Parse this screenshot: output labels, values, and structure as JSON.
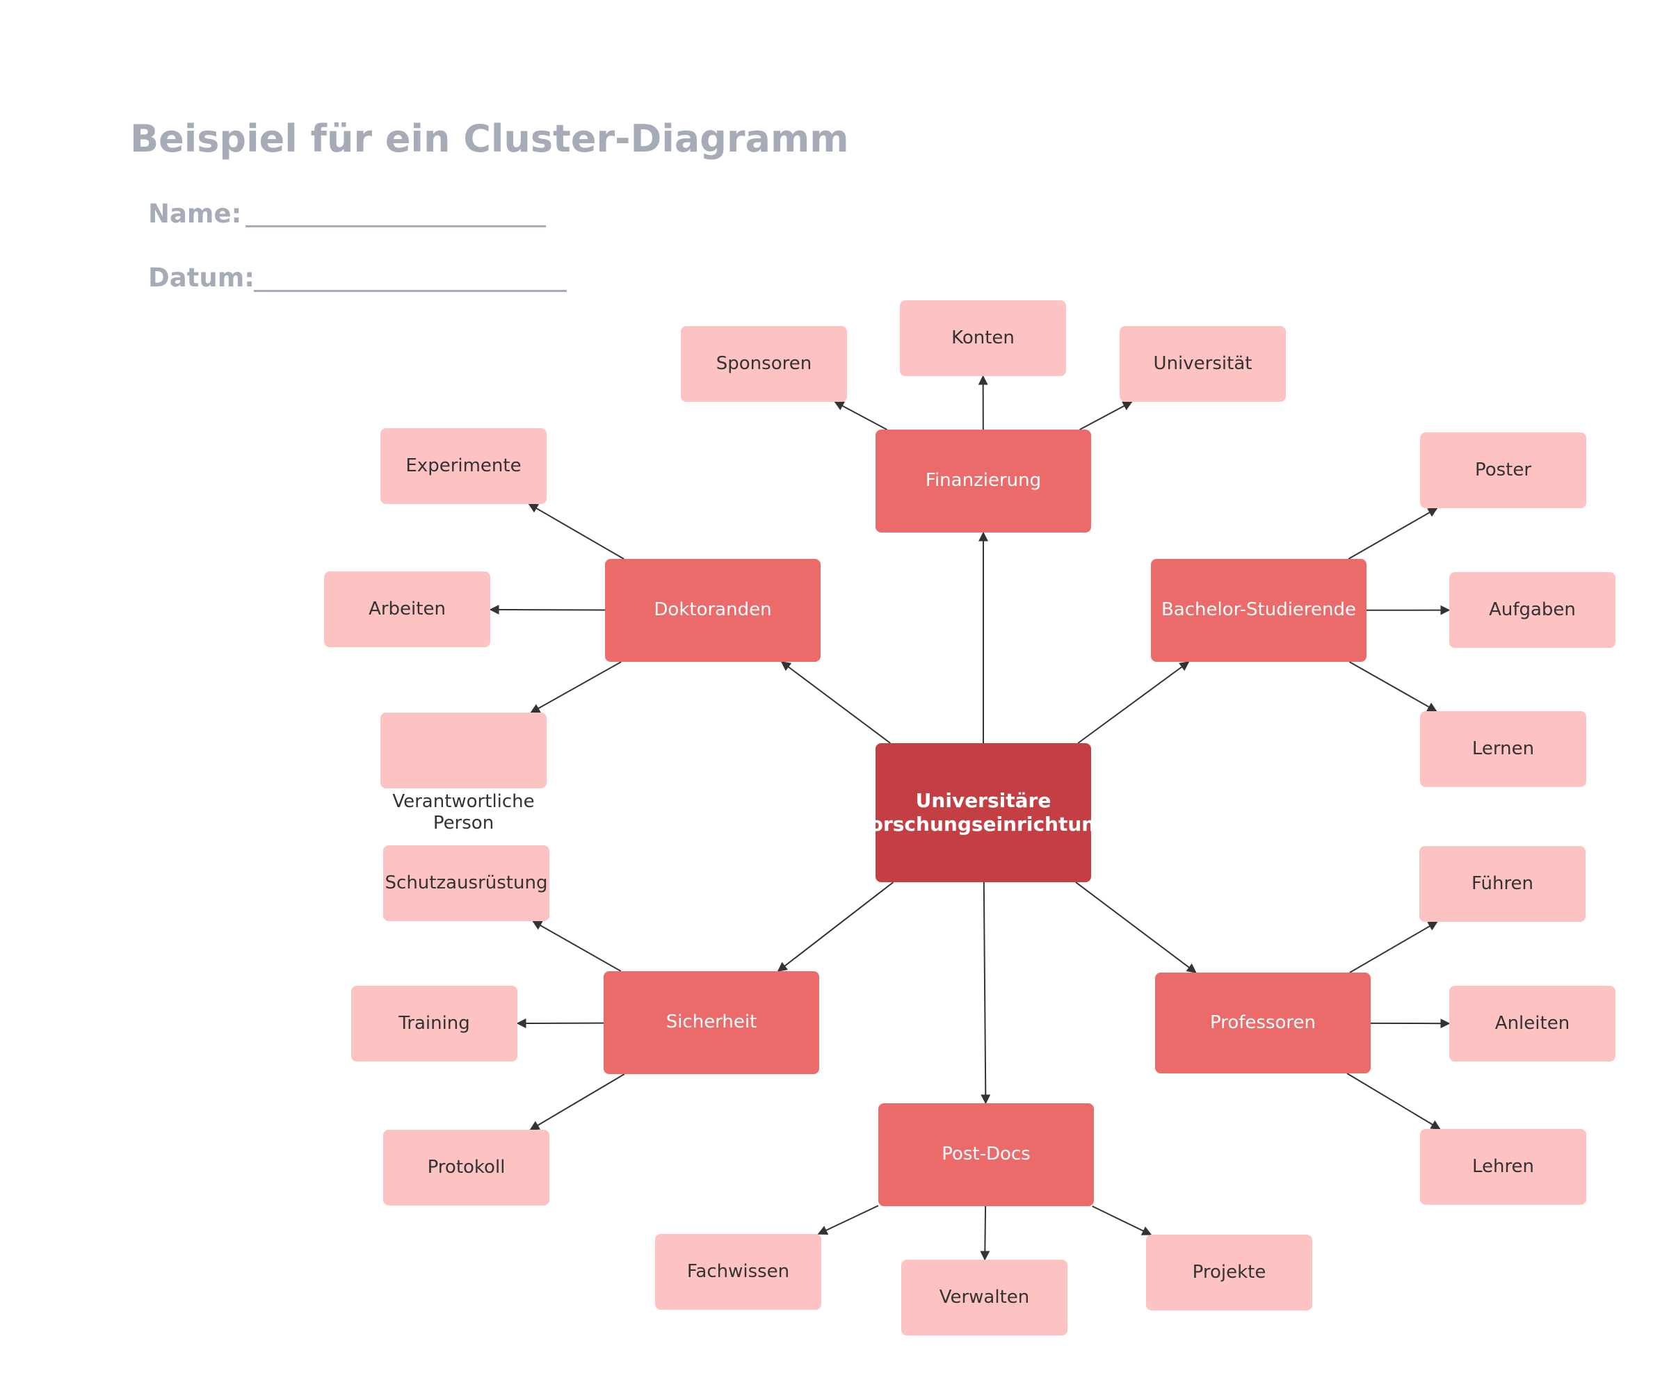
{
  "header": {
    "title": "Beispiel für ein Cluster-Diagramm",
    "name_label": "Name:",
    "date_label": "Datum:"
  },
  "colors": {
    "center": "#c43f43",
    "hub": "#eb6b6b",
    "leaf": "#fdc2c2",
    "arrow": "#333333",
    "header_text": "#a5abb7"
  },
  "diagram": {
    "center": {
      "id": "center",
      "label": "Universitäre\nForschungseinrichtung"
    },
    "hubs": [
      {
        "id": "finanzierung",
        "label": "Finanzierung",
        "children": [
          {
            "id": "sponsoren",
            "label": "Sponsoren"
          },
          {
            "id": "konten",
            "label": "Konten"
          },
          {
            "id": "universitaet",
            "label": "Universität"
          }
        ]
      },
      {
        "id": "doktoranden",
        "label": "Doktoranden",
        "children": [
          {
            "id": "experimente",
            "label": "Experimente"
          },
          {
            "id": "arbeiten",
            "label": "Arbeiten"
          },
          {
            "id": "verantwortliche",
            "label": "",
            "caption": "Verantwortliche\nPerson"
          }
        ]
      },
      {
        "id": "bachelor",
        "label": "Bachelor-Studierende",
        "children": [
          {
            "id": "poster",
            "label": "Poster"
          },
          {
            "id": "aufgaben",
            "label": "Aufgaben"
          },
          {
            "id": "lernen",
            "label": "Lernen"
          }
        ]
      },
      {
        "id": "sicherheit",
        "label": "Sicherheit",
        "children": [
          {
            "id": "schutz",
            "label": "Schutzausrüstung"
          },
          {
            "id": "training",
            "label": "Training"
          },
          {
            "id": "protokoll",
            "label": "Protokoll"
          }
        ]
      },
      {
        "id": "professoren",
        "label": "Professoren",
        "children": [
          {
            "id": "fuehren",
            "label": "Führen"
          },
          {
            "id": "anleiten",
            "label": "Anleiten"
          },
          {
            "id": "lehren",
            "label": "Lehren"
          }
        ]
      },
      {
        "id": "postdocs",
        "label": "Post-Docs",
        "children": [
          {
            "id": "fachwissen",
            "label": "Fachwissen"
          },
          {
            "id": "verwalten",
            "label": "Verwalten"
          },
          {
            "id": "projekte",
            "label": "Projekte"
          }
        ]
      }
    ]
  }
}
